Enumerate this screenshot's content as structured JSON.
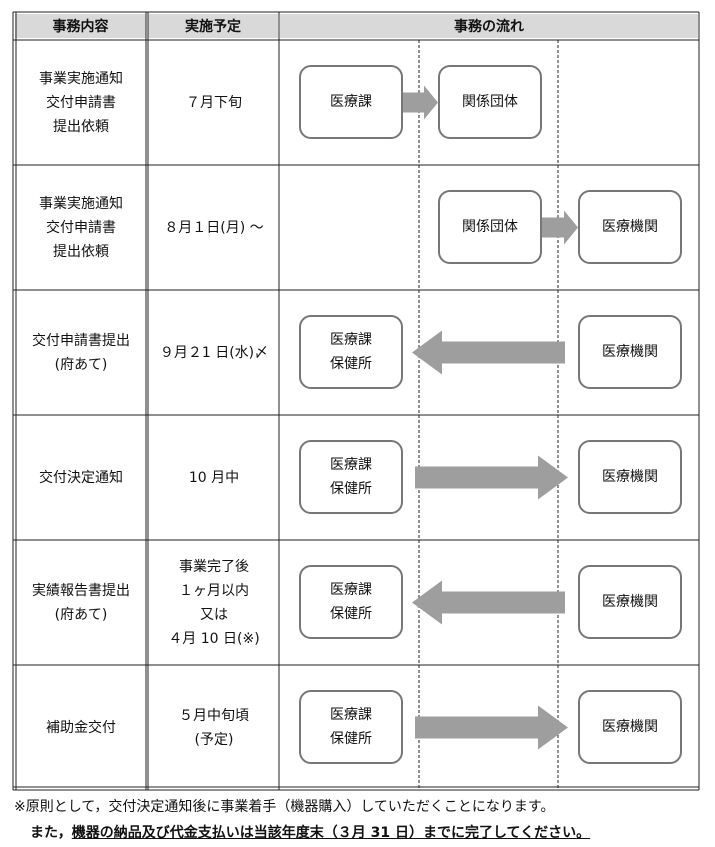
{
  "header": {
    "col1": "事務内容",
    "col2": "実施予定",
    "col3": "事務の流れ"
  },
  "rows": [
    {
      "task": "事業実施通知\n交付申請書\n提出依頼",
      "schedule": "７月下旬",
      "flow": {
        "from": "医療課",
        "to": "関係団体",
        "direction": "right",
        "from_col": 1,
        "to_col": 2
      }
    },
    {
      "task": "事業実施通知\n交付申請書\n提出依頼",
      "schedule": "８月１日(月) ～",
      "flow": {
        "from": "関係団体",
        "to": "医療機関",
        "direction": "right",
        "from_col": 2,
        "to_col": 3
      }
    },
    {
      "task": "交付申請書提出\n(府あて)",
      "schedule": "９月２1 日(水)〆",
      "flow": {
        "left": "医療課\n保健所",
        "right": "医療機関",
        "direction": "left"
      }
    },
    {
      "task": "交付決定通知",
      "schedule": "10 月中",
      "flow": {
        "left": "医療課\n保健所",
        "right": "医療機関",
        "direction": "right"
      }
    },
    {
      "task": "実績報告書提出\n(府あて)",
      "schedule": "事業完了後\n１ヶ月以内\n又は\n４月 10 日(※)",
      "flow": {
        "left": "医療課\n保健所",
        "right": "医療機関",
        "direction": "left"
      }
    },
    {
      "task": "補助金交付",
      "schedule": "５月中旬頃\n(予定)",
      "flow": {
        "left": "医療課\n保健所",
        "right": "医療機関",
        "direction": "right"
      }
    }
  ],
  "note": {
    "line1": "※原則として，交付決定通知後に事業着手（機器購入）していただくことになります。",
    "line2_prefix": "また，",
    "line2_emph": "機器の納品及び代金支払いは当該年度末（３月 31 日）までに完了してください。"
  },
  "colors": {
    "header_bg": "#d9d9d9",
    "arrow": "#9e9e9e",
    "box_border": "#777777",
    "grid": "#222222"
  }
}
